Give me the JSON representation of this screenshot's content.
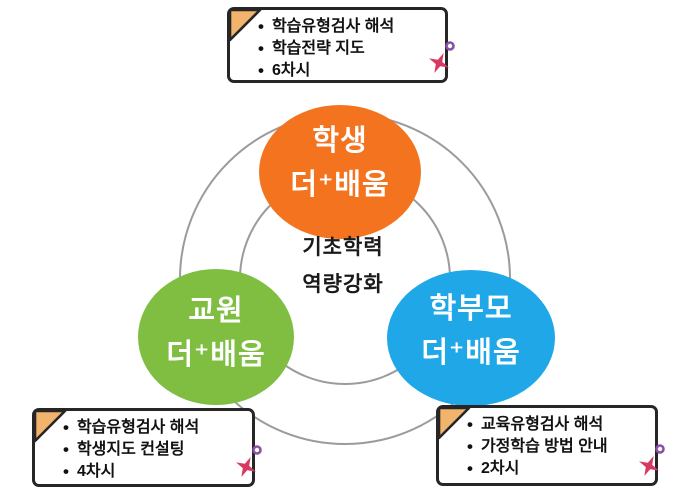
{
  "center": {
    "line1": "기초학력",
    "line2": "역량강화"
  },
  "circles": {
    "student": {
      "line1": "학생",
      "line2": "더⁺배움",
      "color": "#F4731F"
    },
    "teacher": {
      "line1": "교원",
      "line2": "더⁺배움",
      "color": "#7FBE41"
    },
    "parent": {
      "line1": "학부모",
      "line2": "더⁺배움",
      "color": "#1FA7E8"
    }
  },
  "boxes": {
    "student": {
      "items": [
        "학습유형검사 해석",
        "학습전략 지도",
        "6차시"
      ]
    },
    "teacher": {
      "items": [
        "학습유형검사 해석",
        "학생지도 컨설팅",
        "4차시"
      ]
    },
    "parent": {
      "items": [
        "교육유형검사 해석",
        "가정학습 방법 안내",
        "2차시"
      ]
    }
  },
  "bullet": "•",
  "icons": {
    "fold": "folded-corner-icon",
    "pin": "pin-star-icon"
  },
  "colors": {
    "ring_gray": "#9B9B9B",
    "box_border": "#262626",
    "fold_tan": "#F2B36C",
    "pin_pink": "#D63A63",
    "pin_purple": "#8A4FA8",
    "text_black": "#111111",
    "circle_text": "#FFFFFF"
  }
}
